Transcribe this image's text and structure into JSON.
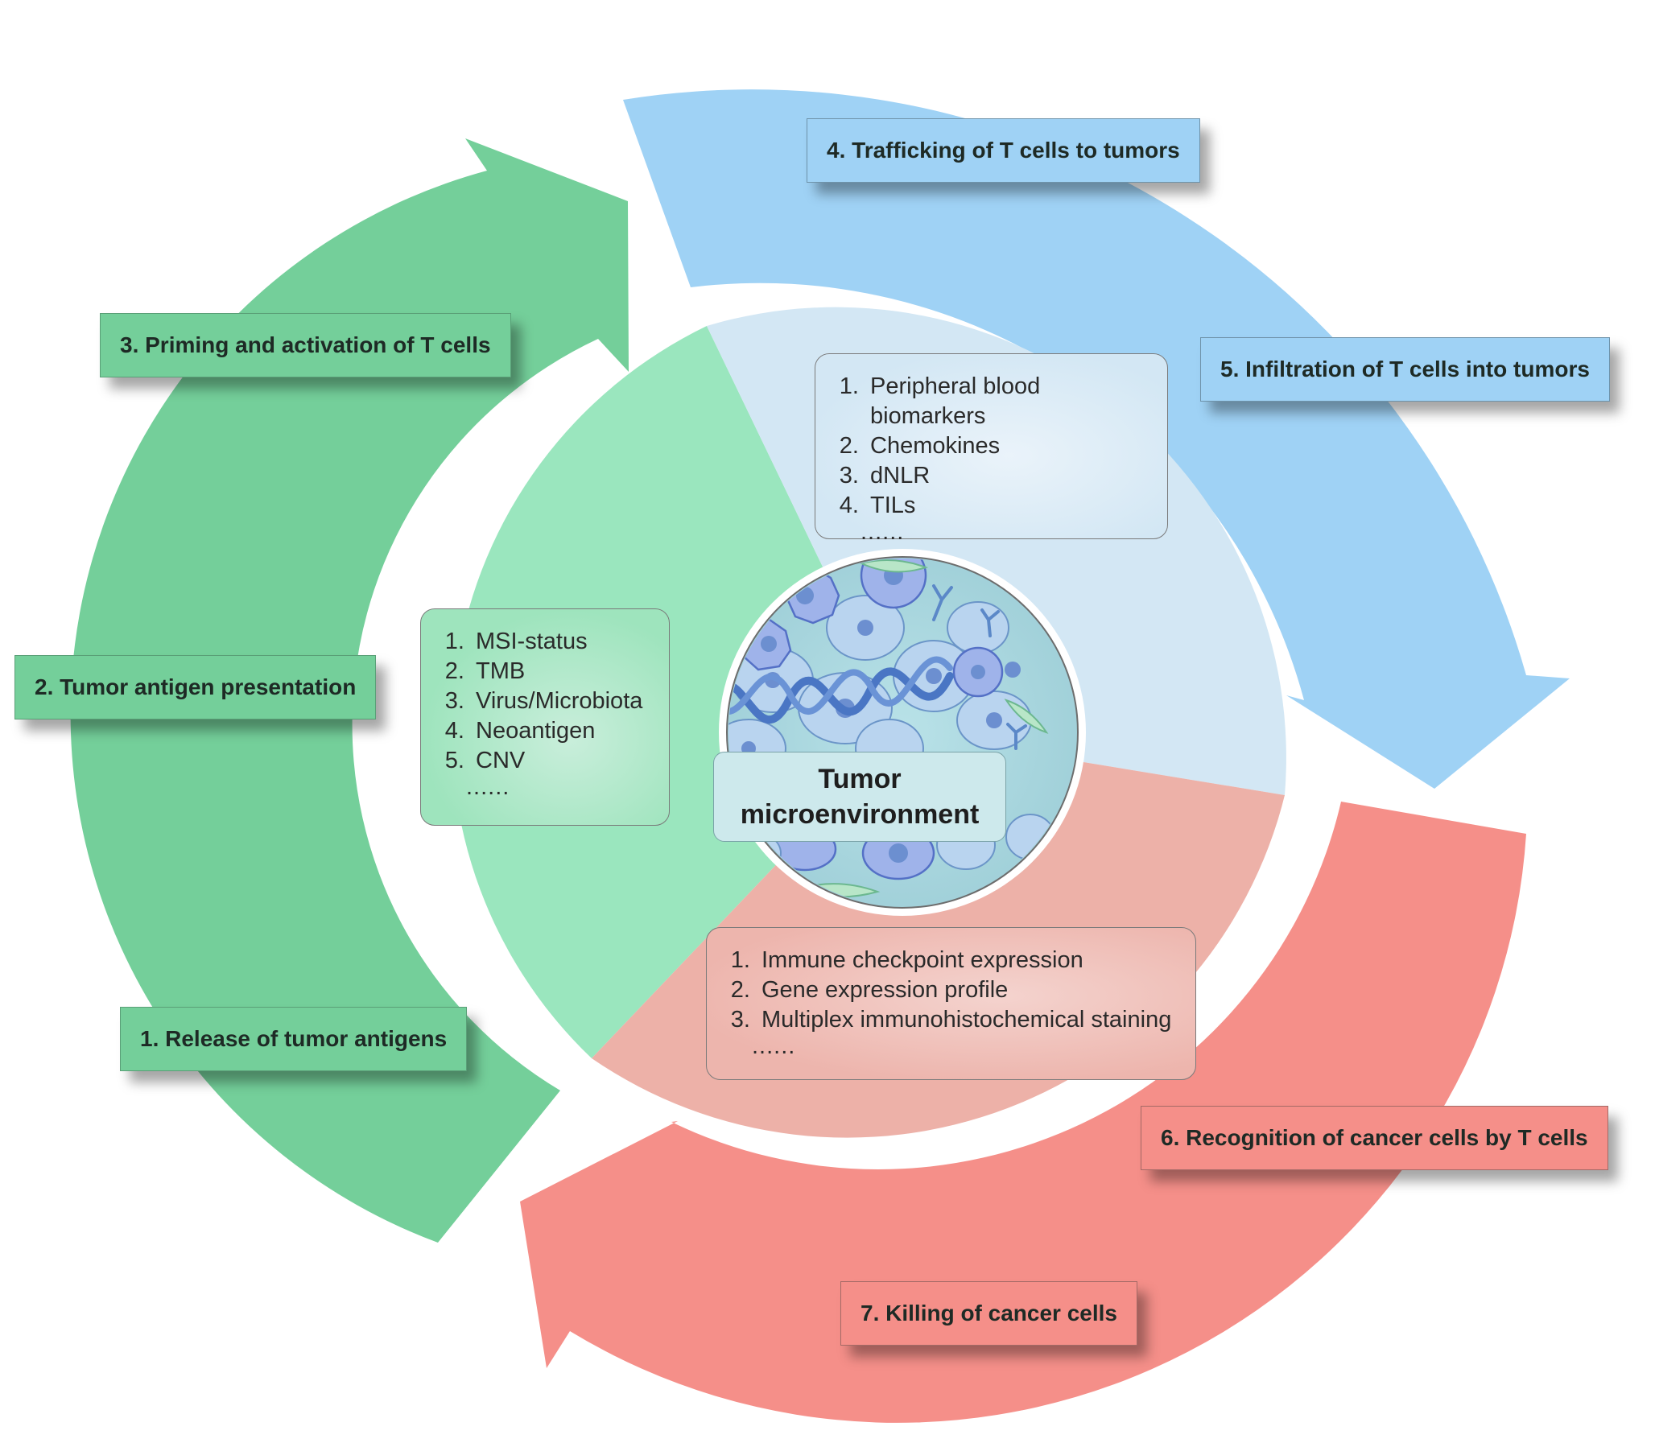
{
  "center": {
    "line1": "Tumor",
    "line2": "microenvironment"
  },
  "steps": [
    {
      "label": "1. Release of tumor antigens",
      "color": "#74cf9a"
    },
    {
      "label": "2. Tumor antigen presentation",
      "color": "#74cf9a"
    },
    {
      "label": "3. Priming and activation of T cells",
      "color": "#74cf9a"
    },
    {
      "label": "4. Trafficking of T cells to tumors",
      "color": "#9fd2f5"
    },
    {
      "label": "5. Infiltration of T cells into tumors",
      "color": "#9fd2f5"
    },
    {
      "label": "6. Recognition of cancer cells by T cells",
      "color": "#f58f89"
    },
    {
      "label": "7. Killing of cancer cells",
      "color": "#f58f89"
    }
  ],
  "biomarker_groups": {
    "tumor": {
      "items": [
        "MSI-status",
        "TMB",
        "Virus/Microbiota",
        "Neoantigen",
        "CNV"
      ],
      "more": "......"
    },
    "blood": {
      "items": [
        "Peripheral blood biomarkers",
        "Chemokines",
        "dNLR",
        "TILs"
      ],
      "more": "......"
    },
    "tissue": {
      "items": [
        "Immune checkpoint expression",
        "Gene expression profile",
        "Multiplex immunohistochemical staining"
      ],
      "more": "......"
    }
  },
  "colors": {
    "green_arrow": "#74cf9a",
    "blue_arrow": "#9fd2f5",
    "red_arrow": "#f58f89",
    "green_sector": "#9ae6be",
    "blue_sector": "#d3e7f4",
    "red_sector": "#edb1a8"
  }
}
